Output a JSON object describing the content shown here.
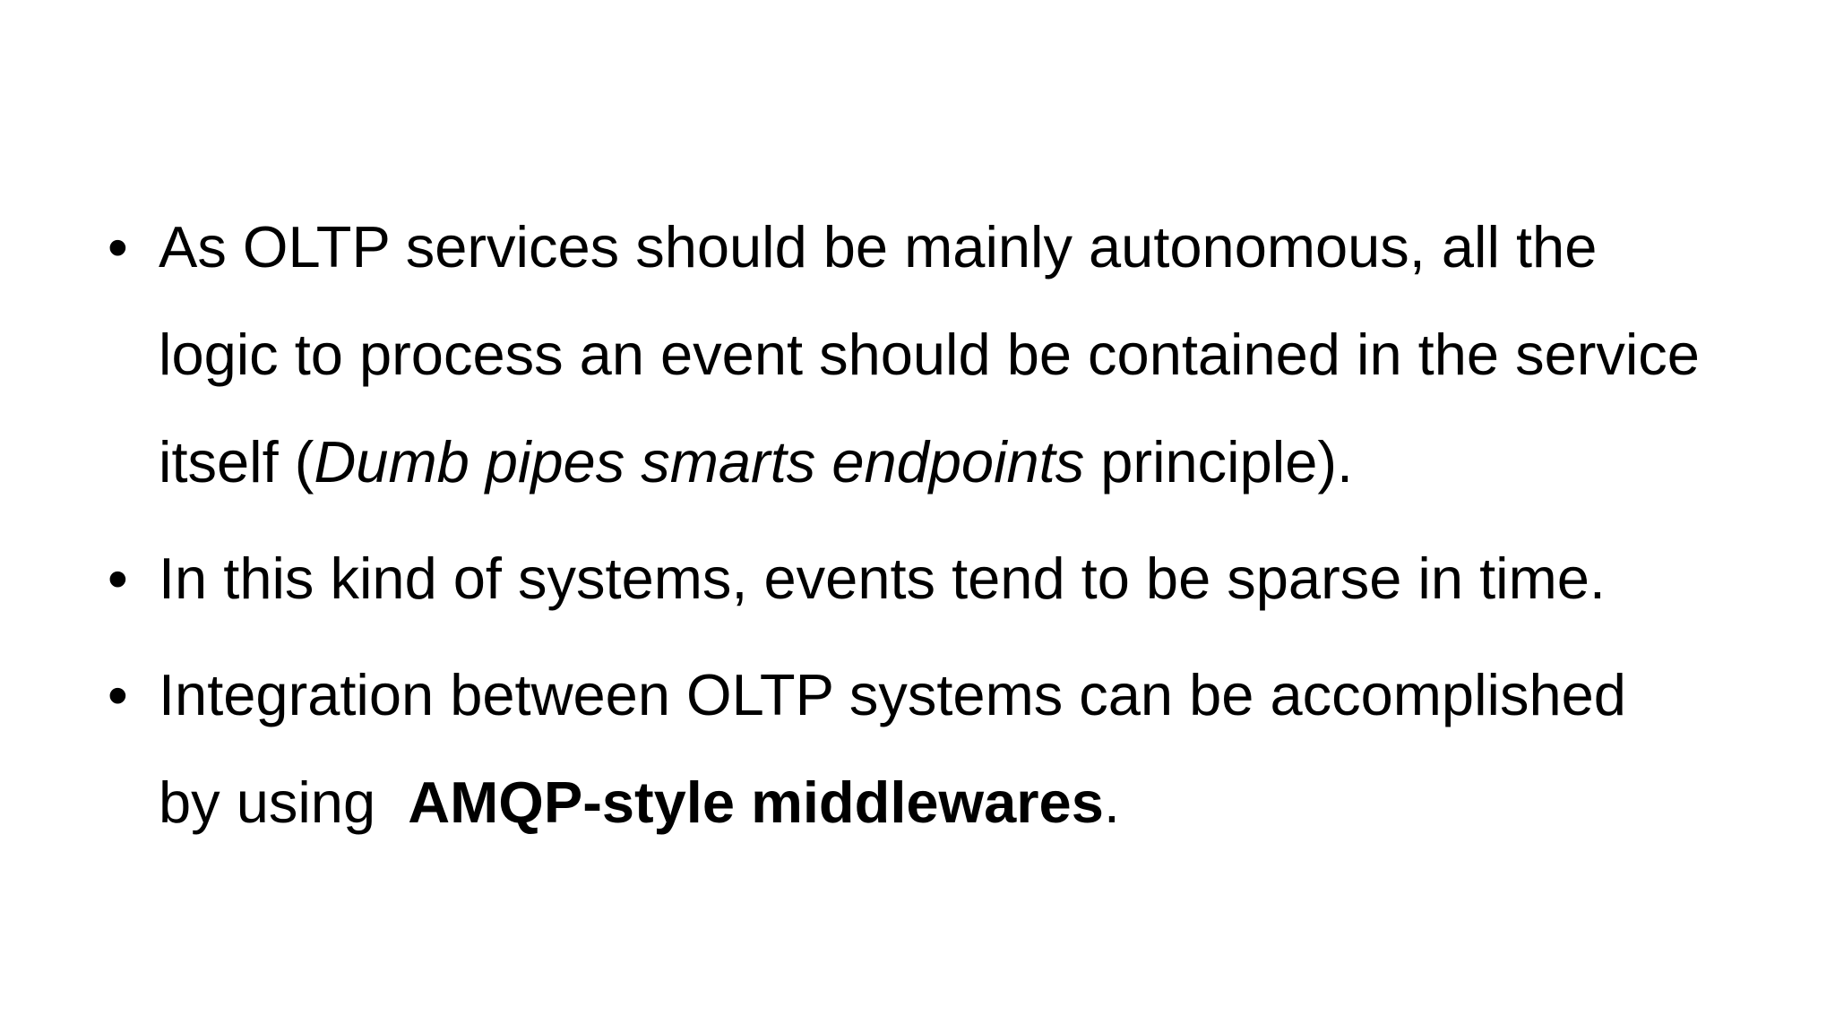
{
  "slide": {
    "background": "#ffffff",
    "text_color": "#000000",
    "bullet_glyph": "•"
  },
  "bullets": [
    {
      "lines": [
        [
          {
            "t": "As OLTP services should be mainly autonomous, all the",
            "style": "normal"
          }
        ],
        [
          {
            "t": "logic to process an event should be contained in the service",
            "style": "normal"
          }
        ],
        [
          {
            "t": "itself (",
            "style": "normal"
          },
          {
            "t": "Dumb pipes smarts endpoints",
            "style": "italic"
          },
          {
            "t": " principle).",
            "style": "normal"
          }
        ]
      ]
    },
    {
      "lines": [
        [
          {
            "t": "In this kind of systems, events tend to be sparse in time.",
            "style": "normal"
          }
        ]
      ]
    },
    {
      "lines": [
        [
          {
            "t": "Integration between OLTP systems can be accomplished",
            "style": "normal"
          }
        ],
        [
          {
            "t": "by using  ",
            "style": "normal"
          },
          {
            "t": "AMQP-style middlewares",
            "style": "bold"
          },
          {
            "t": ".",
            "style": "normal"
          }
        ]
      ]
    }
  ]
}
